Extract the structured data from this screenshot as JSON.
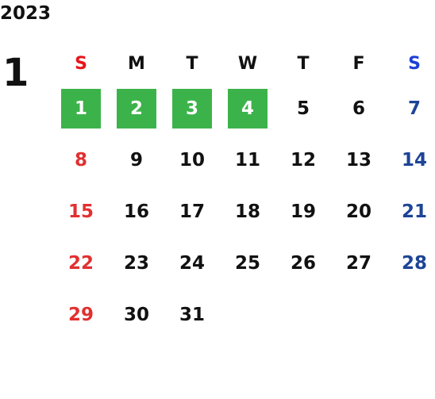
{
  "year": "2023",
  "month": "1",
  "colors": {
    "sunday_header": "#e8141b",
    "saturday_header": "#1c3fd6",
    "sunday": "#e23030",
    "saturday": "#1d4496",
    "weekday": "#111111",
    "highlight_bg": "#3cb34a",
    "highlight_text": "#ffffff"
  },
  "weekdays": [
    "S",
    "M",
    "T",
    "W",
    "T",
    "F",
    "S"
  ],
  "weeks": [
    [
      {
        "day": "1",
        "highlight": true
      },
      {
        "day": "2",
        "highlight": true
      },
      {
        "day": "3",
        "highlight": true
      },
      {
        "day": "4",
        "highlight": true
      },
      {
        "day": "5",
        "highlight": false
      },
      {
        "day": "6",
        "highlight": false
      },
      {
        "day": "7",
        "highlight": false
      }
    ],
    [
      {
        "day": "8",
        "highlight": false
      },
      {
        "day": "9",
        "highlight": false
      },
      {
        "day": "10",
        "highlight": false
      },
      {
        "day": "11",
        "highlight": false
      },
      {
        "day": "12",
        "highlight": false
      },
      {
        "day": "13",
        "highlight": false
      },
      {
        "day": "14",
        "highlight": false
      }
    ],
    [
      {
        "day": "15",
        "highlight": false
      },
      {
        "day": "16",
        "highlight": false
      },
      {
        "day": "17",
        "highlight": false
      },
      {
        "day": "18",
        "highlight": false
      },
      {
        "day": "19",
        "highlight": false
      },
      {
        "day": "20",
        "highlight": false
      },
      {
        "day": "21",
        "highlight": false
      }
    ],
    [
      {
        "day": "22",
        "highlight": false
      },
      {
        "day": "23",
        "highlight": false
      },
      {
        "day": "24",
        "highlight": false
      },
      {
        "day": "25",
        "highlight": false
      },
      {
        "day": "26",
        "highlight": false
      },
      {
        "day": "27",
        "highlight": false
      },
      {
        "day": "28",
        "highlight": false
      }
    ],
    [
      {
        "day": "29",
        "highlight": false
      },
      {
        "day": "30",
        "highlight": false
      },
      {
        "day": "31",
        "highlight": false
      },
      {
        "day": "",
        "highlight": false
      },
      {
        "day": "",
        "highlight": false
      },
      {
        "day": "",
        "highlight": false
      },
      {
        "day": "",
        "highlight": false
      }
    ]
  ]
}
